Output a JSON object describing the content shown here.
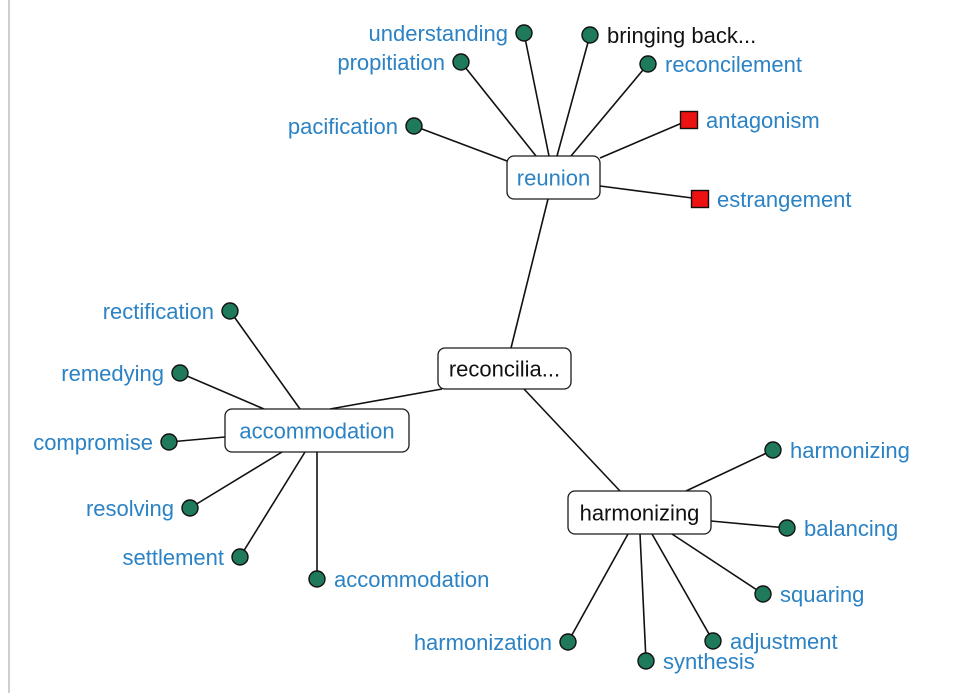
{
  "colors": {
    "link_text": "#2b82c4",
    "plain_text": "#111111",
    "synonym_dot": "#1f7a5c",
    "antonym_square": "#ee1111",
    "edge": "#111111"
  },
  "graph": {
    "center": {
      "label": "reconcilia..."
    },
    "hubs": [
      {
        "id": "reunion",
        "label": "reunion",
        "leaves": [
          {
            "label": "understanding",
            "kind": "synonym"
          },
          {
            "label": "propitiation",
            "kind": "synonym"
          },
          {
            "label": "bringing back...",
            "kind": "synonym",
            "plain": true
          },
          {
            "label": "reconcilement",
            "kind": "synonym"
          },
          {
            "label": "pacification",
            "kind": "synonym"
          },
          {
            "label": "antagonism",
            "kind": "antonym"
          },
          {
            "label": "estrangement",
            "kind": "antonym"
          }
        ]
      },
      {
        "id": "accommodation",
        "label": "accommodation",
        "leaves": [
          {
            "label": "rectification",
            "kind": "synonym"
          },
          {
            "label": "remedying",
            "kind": "synonym"
          },
          {
            "label": "compromise",
            "kind": "synonym"
          },
          {
            "label": "resolving",
            "kind": "synonym"
          },
          {
            "label": "settlement",
            "kind": "synonym"
          },
          {
            "label": "accommodation",
            "kind": "synonym"
          }
        ]
      },
      {
        "id": "harmonizing",
        "label": "harmonizing",
        "leaves": [
          {
            "label": "harmonizing",
            "kind": "synonym"
          },
          {
            "label": "balancing",
            "kind": "synonym"
          },
          {
            "label": "squaring",
            "kind": "synonym"
          },
          {
            "label": "harmonization",
            "kind": "synonym"
          },
          {
            "label": "adjustment",
            "kind": "synonym"
          },
          {
            "label": "synthesis",
            "kind": "synonym"
          }
        ]
      }
    ]
  }
}
